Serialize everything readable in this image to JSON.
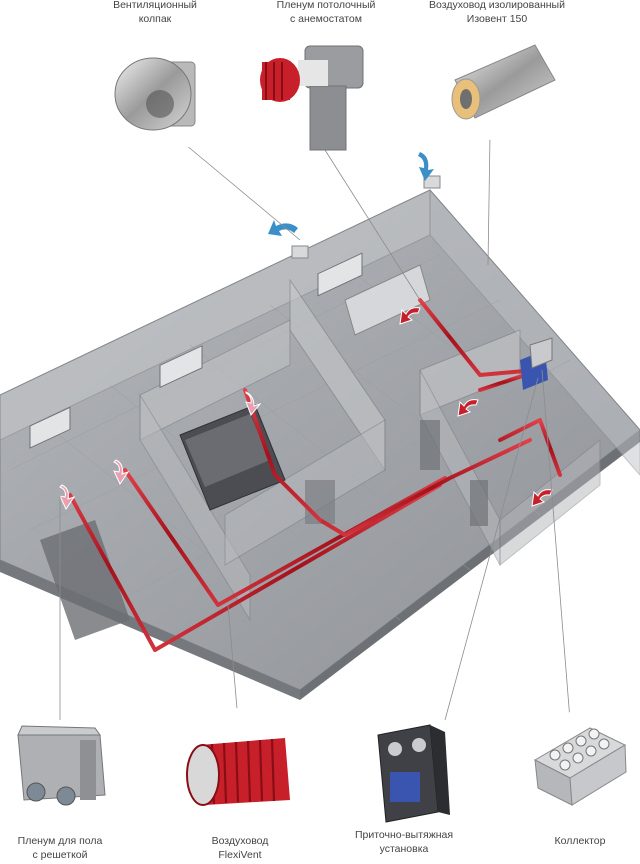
{
  "components": {
    "top": [
      {
        "id": "vent-cap",
        "line1": "Вентиляционный",
        "line2": "колпак"
      },
      {
        "id": "ceiling-plenum",
        "line1": "Пленум потолочный",
        "line2": "с анемостатом"
      },
      {
        "id": "insulated-duct",
        "line1": "Воздуховод изолированный",
        "line2": "Изовент 150"
      }
    ],
    "bottom": [
      {
        "id": "floor-plenum",
        "line1": "Пленум для пола",
        "line2": "с решеткой"
      },
      {
        "id": "flexivent-duct",
        "line1": "Воздуховод",
        "line2": "FlexiVent"
      },
      {
        "id": "ventilation-unit",
        "line1": "Приточно-вытяжная",
        "line2": "установка"
      },
      {
        "id": "collector",
        "line1": "Коллектор",
        "line2": ""
      }
    ]
  },
  "colors": {
    "duct": "#c8202b",
    "supply_arrow": "#e8a0b0",
    "intake_arrow": "#3b8fc8",
    "wall": "#8e9196",
    "floor": "#a3a6ab"
  }
}
